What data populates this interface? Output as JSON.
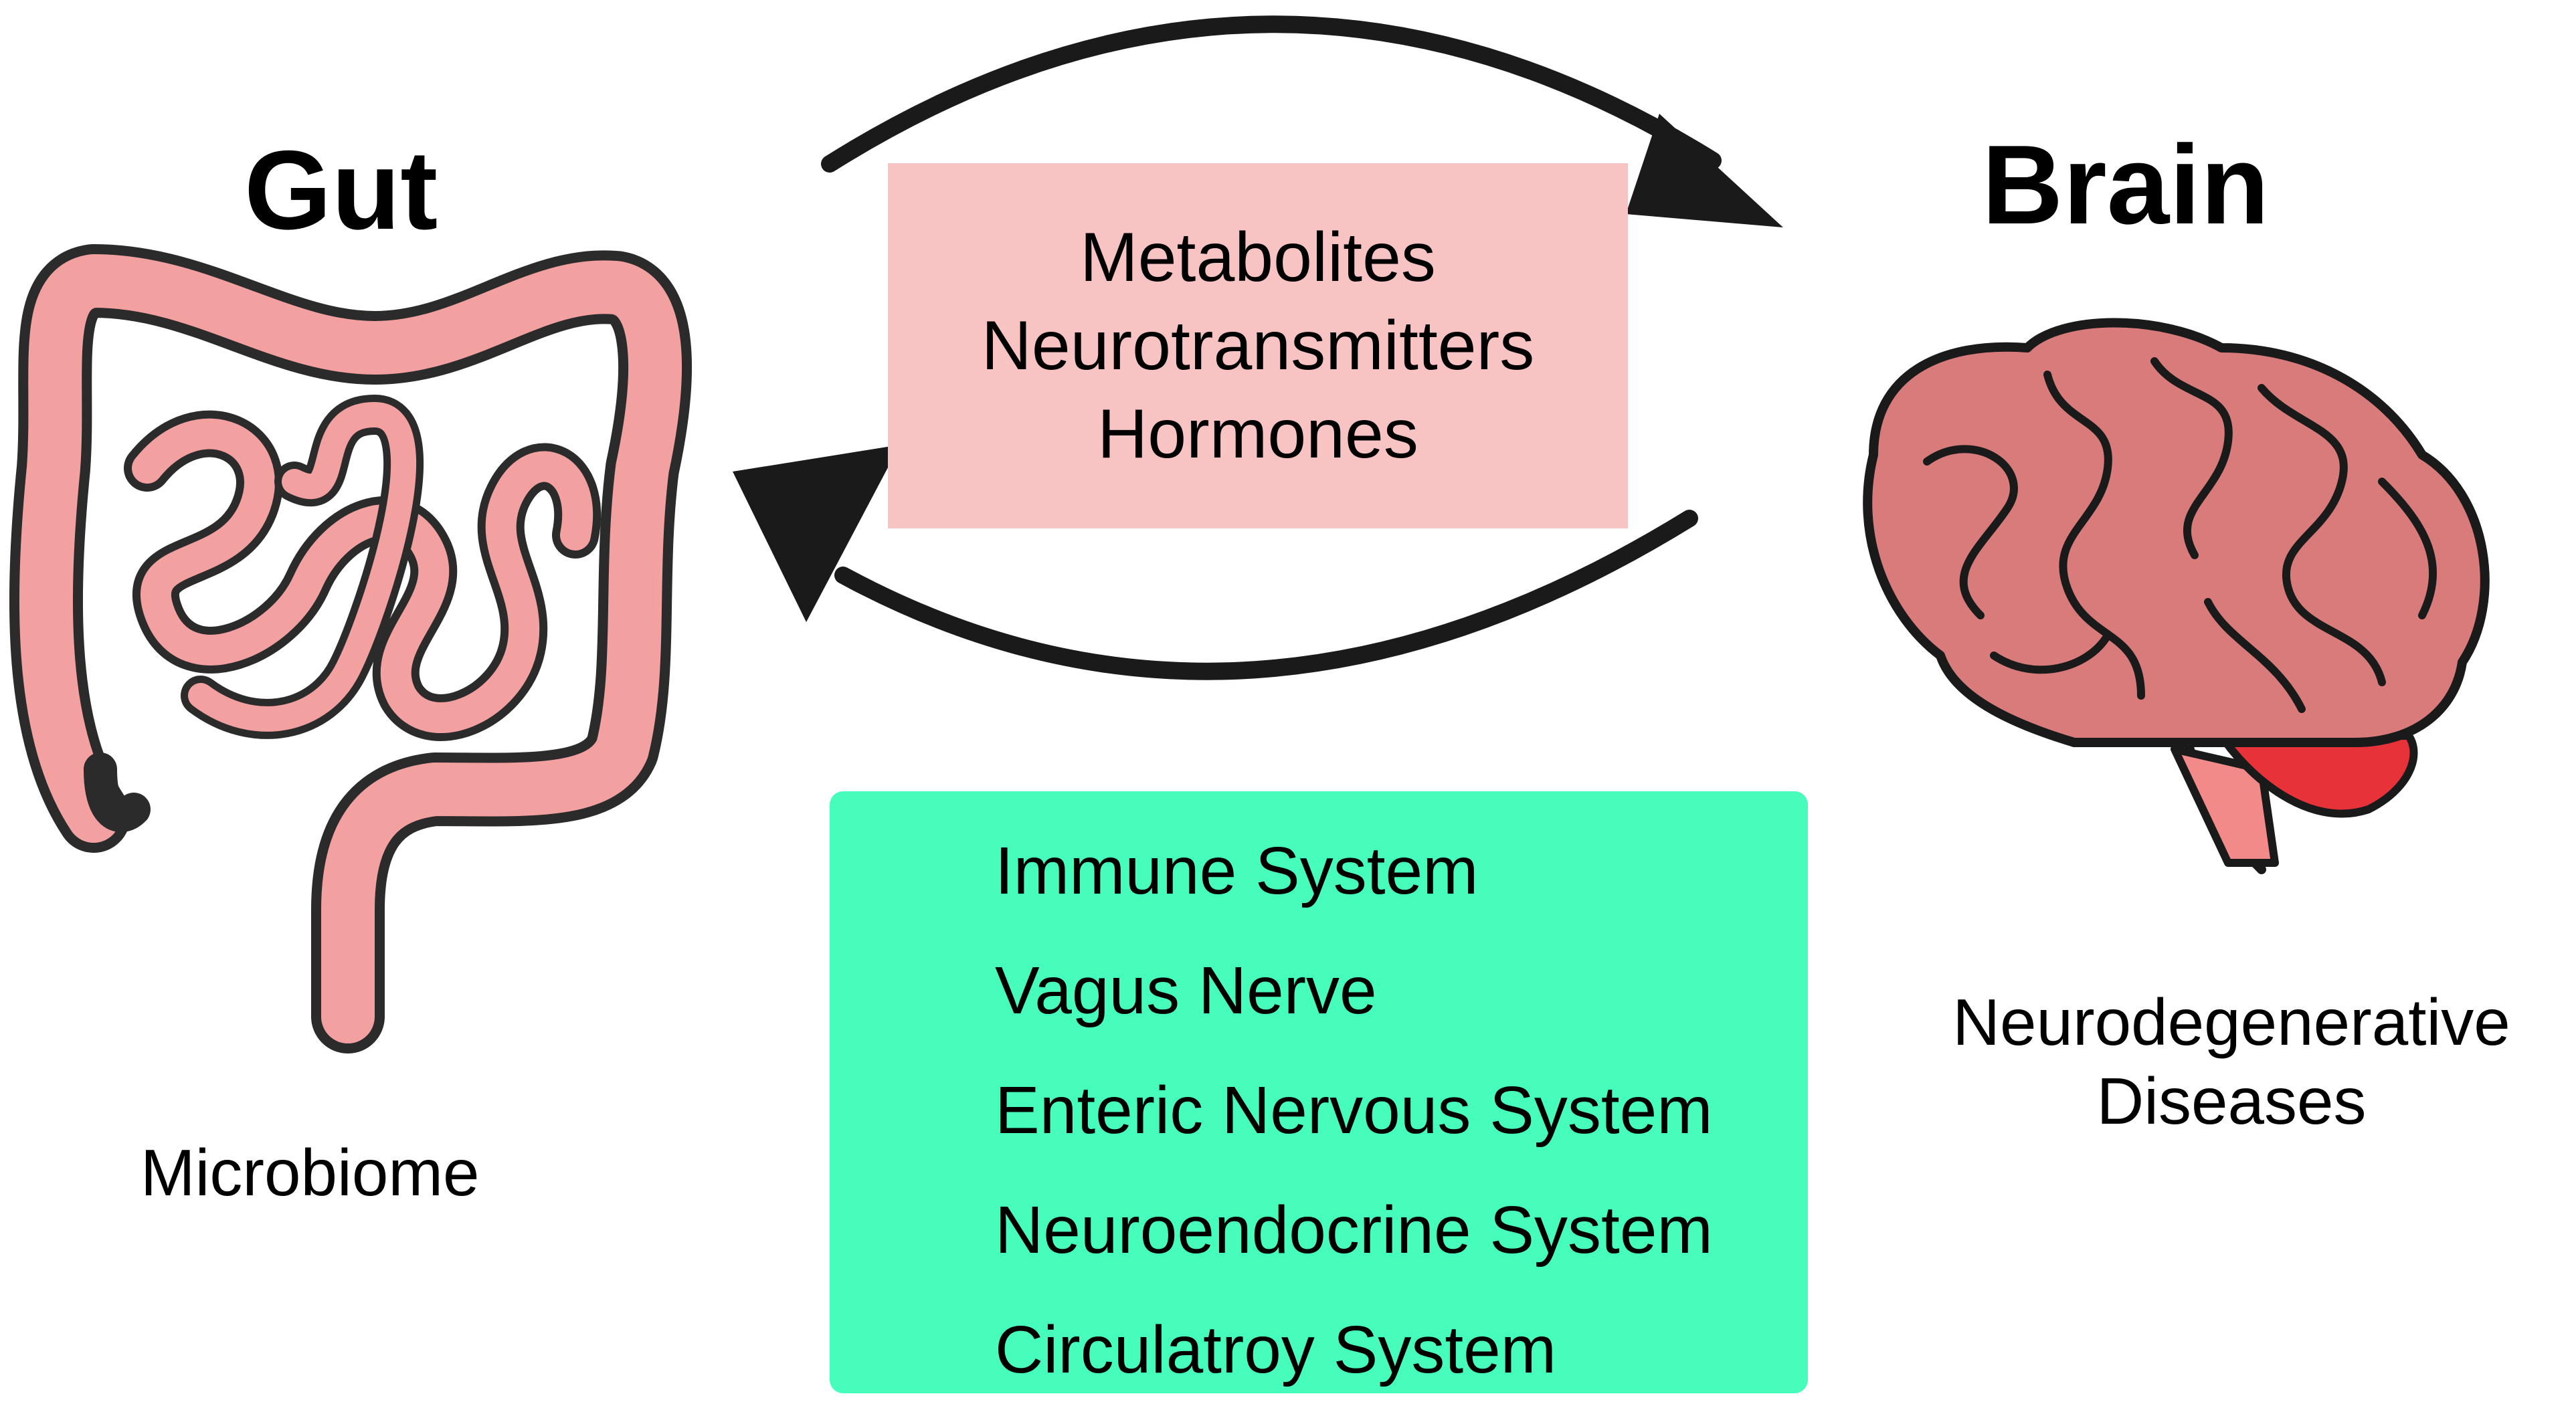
{
  "gut": {
    "title": "Gut",
    "caption": "Microbiome"
  },
  "brain": {
    "title": "Brain",
    "caption_lines": [
      "Neurodegenerative",
      "Diseases"
    ]
  },
  "mediators": [
    "Metabolites",
    "Neurotransmitters",
    "Hormones"
  ],
  "pathways": [
    "Immune System",
    "Vagus Nerve",
    "Enteric Nervous System",
    "Neuroendocrine System",
    "Circulatroy System"
  ],
  "colors": {
    "mediator_box": "#f8c3c3",
    "pathway_box": "#47fdbb",
    "organ_fill": "#f2a0a0",
    "brain_fill": "#d97b7b",
    "arrow": "#1a1a1a"
  }
}
